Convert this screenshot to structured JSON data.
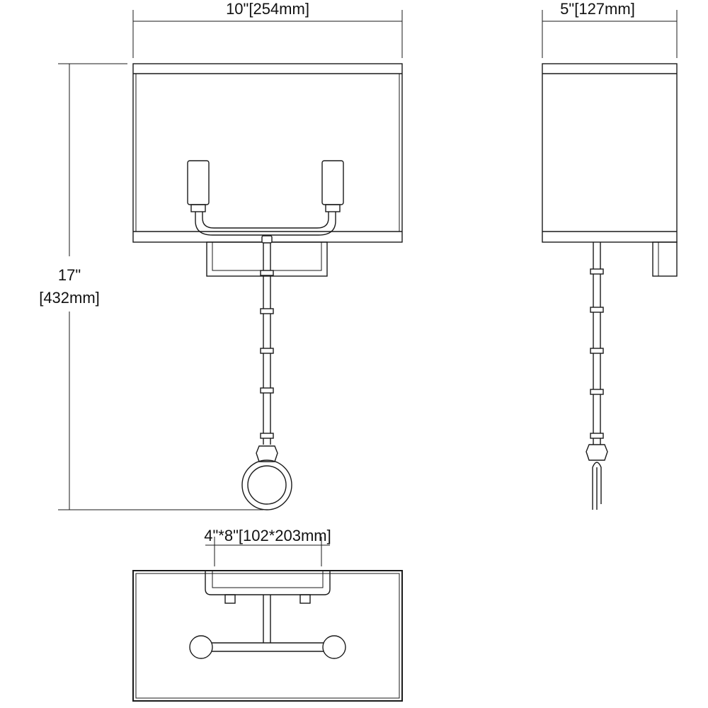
{
  "dimensions": {
    "front_width": "10\"[254mm]",
    "side_depth": "5\"[127mm]",
    "height_in": "17\"",
    "height_mm": "[432mm]",
    "backplate": "4\"*8\"[102*203mm]"
  },
  "colors": {
    "line": "#1a1a1a",
    "background": "#ffffff"
  }
}
